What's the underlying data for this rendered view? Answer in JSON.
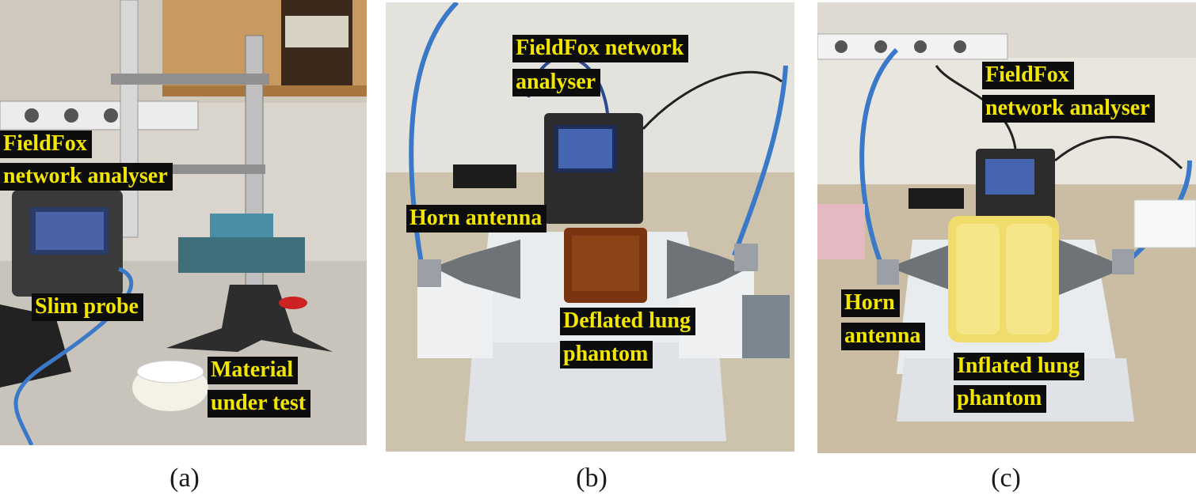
{
  "panels": [
    {
      "id": "a",
      "caption": "(a)",
      "labels": {
        "analyser_line1": "FieldFox",
        "analyser_line2": "network analyser",
        "probe": "Slim probe",
        "mut_line1": "Material",
        "mut_line2": "under test"
      }
    },
    {
      "id": "b",
      "caption": "(b)",
      "labels": {
        "analyser_line1": "FieldFox   network",
        "analyser_line2": "analyser",
        "horn": "Horn antenna",
        "phantom_line1": "Deflated lung",
        "phantom_line2": "phantom"
      }
    },
    {
      "id": "c",
      "caption": "(c)",
      "labels": {
        "analyser_line1": "FieldFox",
        "analyser_line2": "network analyser",
        "horn_line1": "Horn",
        "horn_line2": "antenna",
        "phantom_line1": "Inflated    lung",
        "phantom_line2": "phantom"
      }
    }
  ],
  "colors": {
    "label_bg": "#0d0d0d",
    "label_text": "#f2e600",
    "cable_blue": "#3a78c8",
    "foam_white": "#e8ecef",
    "deflated_phantom": "#7a3510",
    "inflated_phantom": "#f0dc6a"
  }
}
